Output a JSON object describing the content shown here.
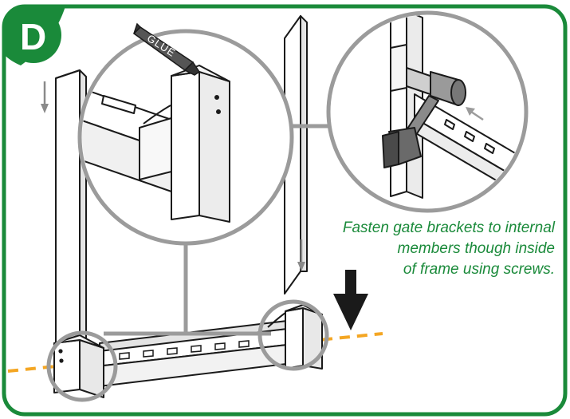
{
  "step": {
    "letter": "D"
  },
  "glue_label": "GLUE",
  "instruction": {
    "lines": [
      "Fasten gate brackets to internal",
      "members though inside",
      "of frame using screws."
    ]
  },
  "colors": {
    "frame_border": "#1a8a3a",
    "badge_fill": "#1a8a3a",
    "instruction_text": "#1a8a3a",
    "callout_circle": "#9b9b9b",
    "alignment_line": "#f4a623",
    "arrow_gray": "#8a8a8a",
    "ink": "#1a1a1a",
    "post_fill": "#ffffff",
    "shade": "#e4e4e4"
  },
  "icons": {
    "down_arrow_left": "down-arrow-icon",
    "down_arrow_center": "down-arrow-icon",
    "big_down_arrow": "big-down-arrow-icon",
    "press_arrow": "press-arrow-icon"
  }
}
